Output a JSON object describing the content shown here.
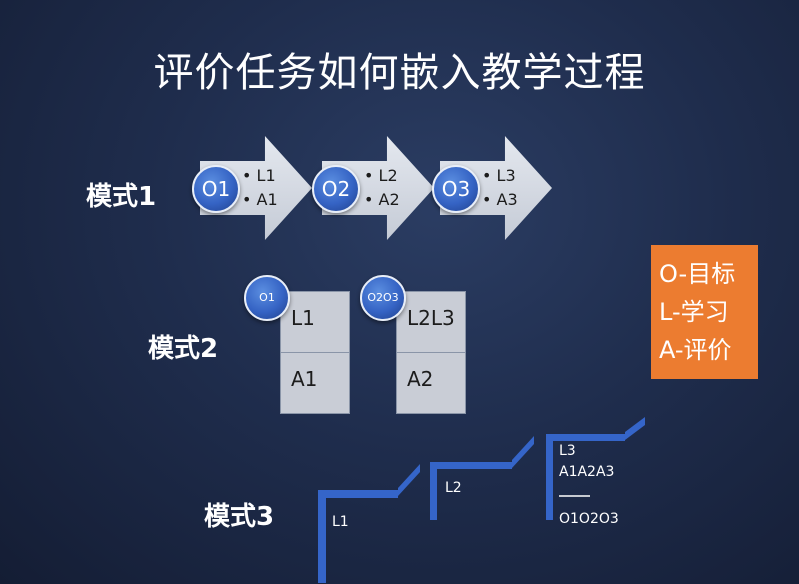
{
  "title": "评价任务如何嵌入教学过程",
  "mode1": {
    "label": "模式1",
    "steps": [
      {
        "circle": "O1",
        "items": [
          "L1",
          "A1"
        ]
      },
      {
        "circle": "O2",
        "items": [
          "L2",
          "A2"
        ]
      },
      {
        "circle": "O3",
        "items": [
          "L3",
          "A3"
        ]
      }
    ]
  },
  "mode2": {
    "label": "模式2",
    "groups": [
      {
        "circle": "O1",
        "top": "L1",
        "bottom": "A1"
      },
      {
        "circle": "O2O3",
        "top": "L2L3",
        "bottom": "A2"
      }
    ]
  },
  "mode3": {
    "label": "模式3",
    "steps": [
      "L1",
      "L2"
    ],
    "final_top": "L3",
    "final_assess": "A1A2A3",
    "final_goals": "O1O2O3"
  },
  "legend": [
    "O-目标",
    "L-学习",
    "A-评价"
  ],
  "colors": {
    "legend_bg": "#ec7c30",
    "circle_blue": "#3563c4",
    "stair_blue": "#3565c9",
    "arrow_grey": "#d3d8e1"
  }
}
